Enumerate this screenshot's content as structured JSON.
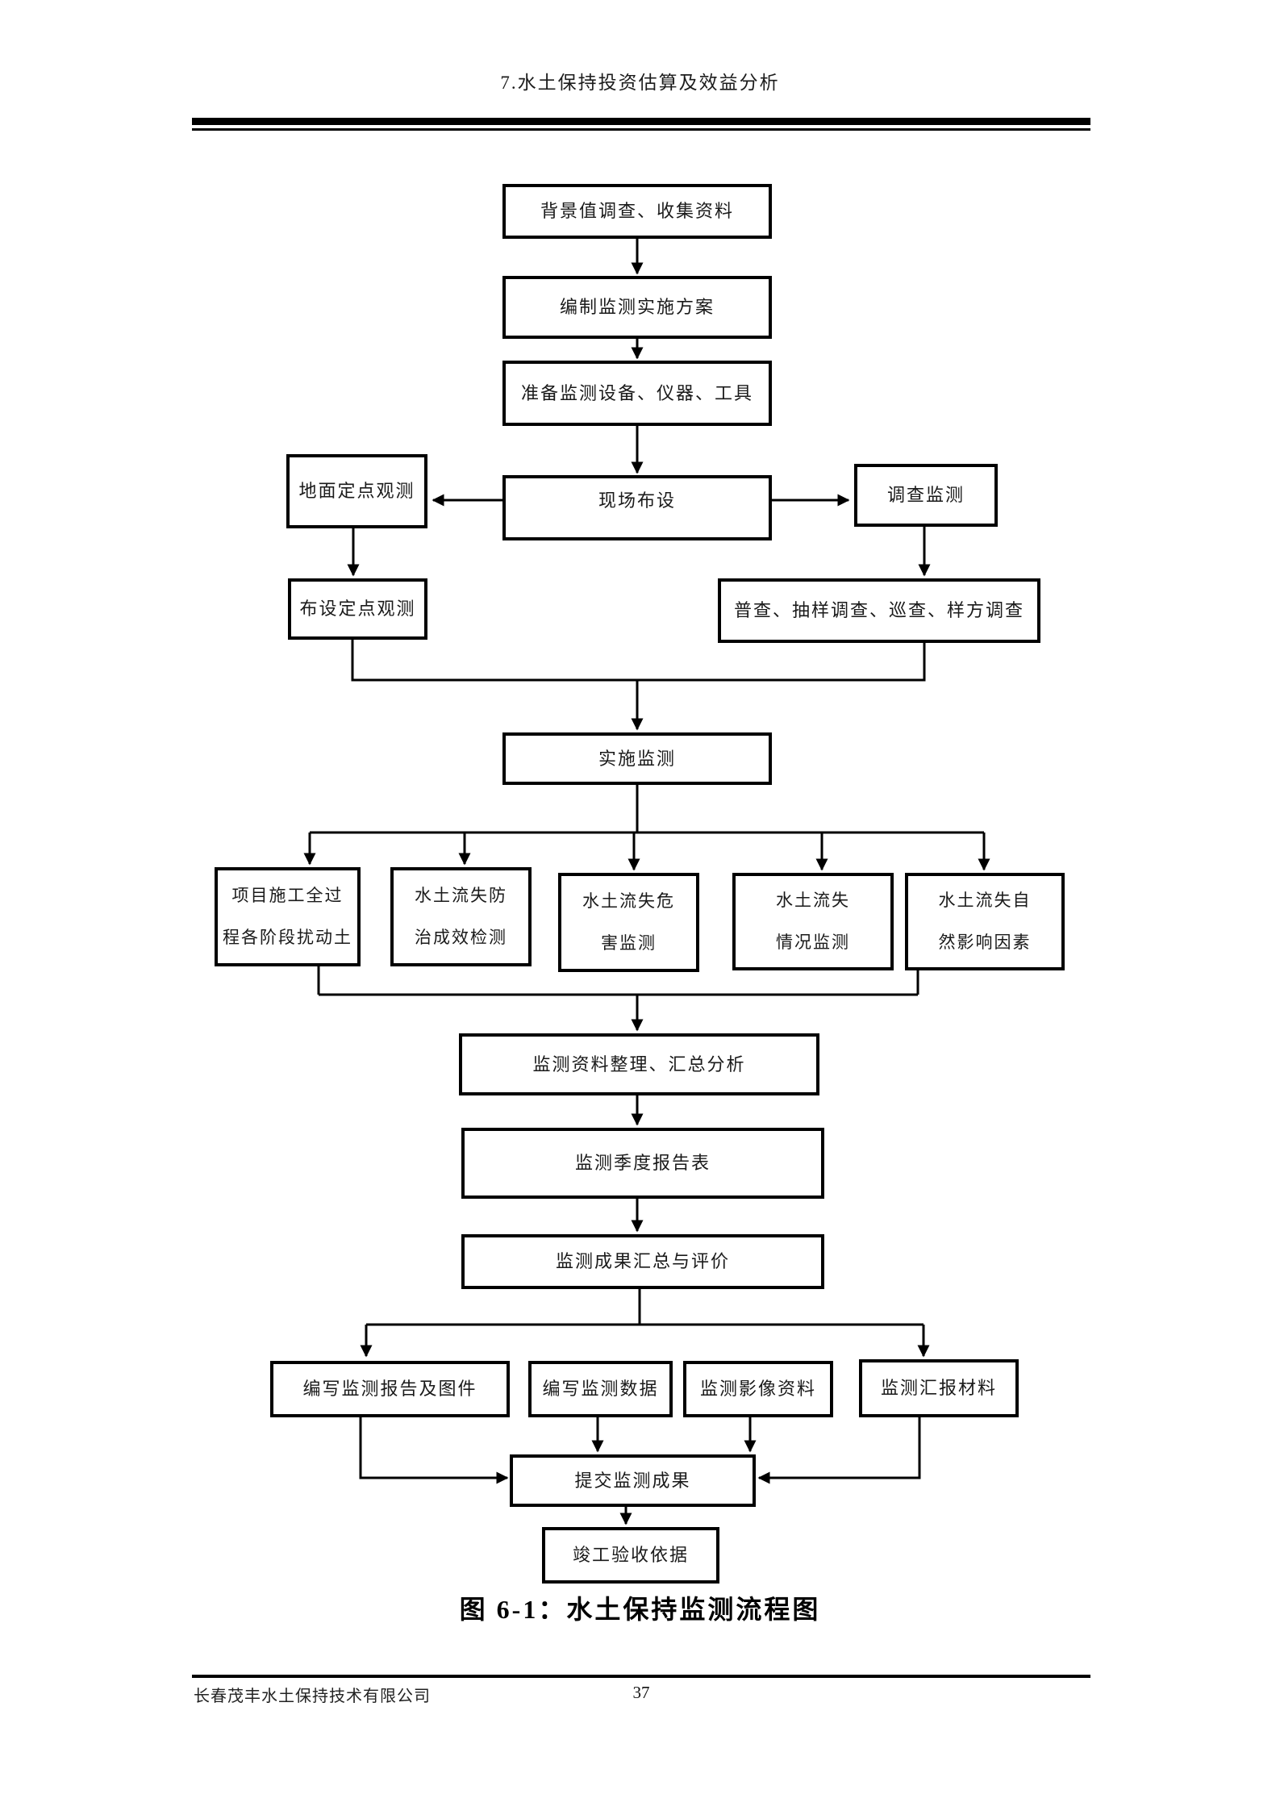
{
  "page": {
    "header_title": "7.水土保持投资估算及效益分析",
    "caption": "图 6-1：水土保持监测流程图",
    "footer_company": "长春茂丰水土保持技术有限公司",
    "page_number": "37"
  },
  "flowchart": {
    "nodes": {
      "bg_survey": "背景值调查、收集资料",
      "compile_plan": "编制监测实施方案",
      "prepare_equipment": "准备监测设备、仪器、工具",
      "site_layout": "现场布设",
      "ground_fixed_obs": "地面定点观测",
      "survey_monitoring": "调查监测",
      "setup_fixed_obs": "布设定点观测",
      "census_methods": "普查、抽样调查、巡查、样方调查",
      "implement_monitoring": "实施监测",
      "disturbed_soil": "项目施工全过\n程各阶段扰动土",
      "control_effect": "水土流失防\n治成效检测",
      "hazard_monitoring": "水土流失危\n害监测",
      "condition_monitoring": "水土流失\n情况监测",
      "natural_factors": "水土流失自\n然影响因素",
      "data_analysis": "监测资料整理、汇总分析",
      "quarterly_report": "监测季度报告表",
      "results_evaluation": "监测成果汇总与评价",
      "write_report": "编写监测报告及图件",
      "write_data": "编写监测数据",
      "image_materials": "监测影像资料",
      "briefing_materials": "监测汇报材料",
      "submit_results": "提交监测成果",
      "acceptance_basis": "竣工验收依据"
    }
  }
}
